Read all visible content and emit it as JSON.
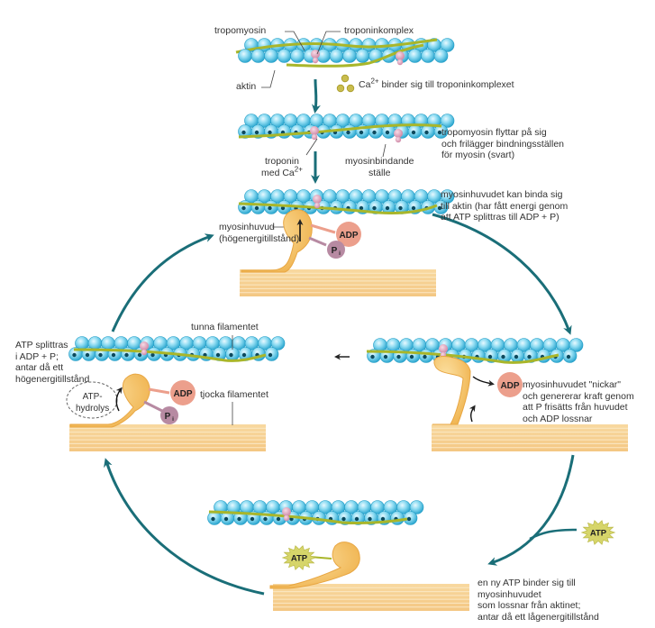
{
  "figure": {
    "panel1": {
      "tropomyosin_label": "tropomyosin",
      "troponin_complex_label": "troponinkomplex",
      "actin_label": "aktin",
      "calcium_text": "Ca",
      "calcium_charge": "2+",
      "calcium_desc": " binder sig till troponinkomplexet"
    },
    "panel2": {
      "troponin_label_line1": "troponin",
      "troponin_label_line2": "med Ca",
      "troponin_charge": "2+",
      "binding_site_line1": "myosinbindande",
      "binding_site_line2": "ställe",
      "desc": "tropomyosin flyttar på sig\noch frilägger bindningsställen\nför myosin (svart)"
    },
    "panel3": {
      "head_label": "myosinhuvud\n(högenergitillstånd)",
      "adp": "ADP",
      "pi": "P",
      "pi_sub": "i",
      "desc": "myosinhuvudet kan binda sig\ntill aktin (har fått energi genom\natt ATP splittras till ADP + P)"
    },
    "panel_right": {
      "adp": "ADP",
      "desc": "myosinhuvudet \"nickar\"\noch genererar kraft genom\natt P frisätts från huvudet\noch ADP lossnar"
    },
    "panel_bottom": {
      "atp_free": "ATP",
      "atp_bound": "ATP",
      "desc": "en ny ATP binder sig till\nmyosinhuvudet\nsom lossnar från aktinet;\nantar då ett lågenergitillstånd"
    },
    "panel_left": {
      "desc": "ATP splittras\ni ADP + P;\nantar då ett\nhögenergitillstånd",
      "thin_filament_label": "tunna filamentet",
      "thick_filament_label": "tjocka filamentet",
      "hydrolysis_label": "ATP-\nhydrolys",
      "adp": "ADP",
      "pi": "P",
      "pi_sub": "i"
    },
    "colors": {
      "cycle_arrow": "#1a6e78",
      "actin": "#3fb8dc",
      "tropomyosin": "#a9b62a",
      "troponin": "#d99ab3",
      "myosin": "#f5c56d",
      "adp": "#ec9f8c",
      "pi": "#b78aa2",
      "atp_star": "#d6d56a",
      "calcium": "#c6b94a"
    }
  }
}
